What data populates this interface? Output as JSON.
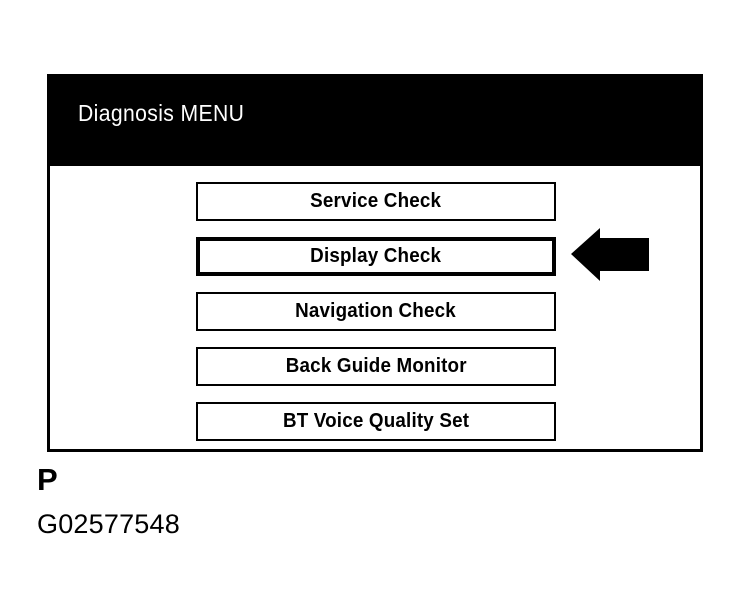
{
  "screen": {
    "title": "Diagnosis MENU",
    "menu_items": [
      {
        "label": "Service Check",
        "selected": false
      },
      {
        "label": "Display Check",
        "selected": true
      },
      {
        "label": "Navigation Check",
        "selected": false
      },
      {
        "label": "Back Guide Monitor",
        "selected": false
      },
      {
        "label": "BT Voice Quality Set",
        "selected": false
      }
    ]
  },
  "annotation": {
    "pointer_icon": "left-arrow-icon",
    "figure_letter": "P",
    "figure_code": "G02577548"
  },
  "colors": {
    "title_bar_background": "#000000",
    "title_text": "#ffffff",
    "panel_background": "#ffffff",
    "border": "#000000",
    "arrow": "#000000"
  }
}
